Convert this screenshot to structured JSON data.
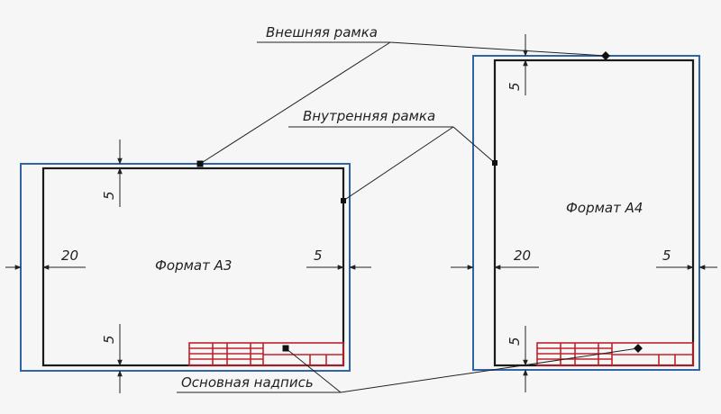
{
  "labels": {
    "outer_frame": "Внешняя рамка",
    "inner_frame": "Внутренняя рамка",
    "title_block": "Основная надпись",
    "format_a3": "Формат А3",
    "format_a4": "Формат А4"
  },
  "dimensions": {
    "a3_left": "20",
    "a3_right": "5",
    "a3_top": "5",
    "a3_bottom": "5",
    "a4_left": "20",
    "a4_right": "5",
    "a4_top": "5",
    "a4_bottom": "5"
  },
  "colors": {
    "outer_frame": "#2f64a8",
    "inner_frame": "#1a1a1a",
    "title_block": "#c4202a",
    "background": "#f6f6f6"
  }
}
